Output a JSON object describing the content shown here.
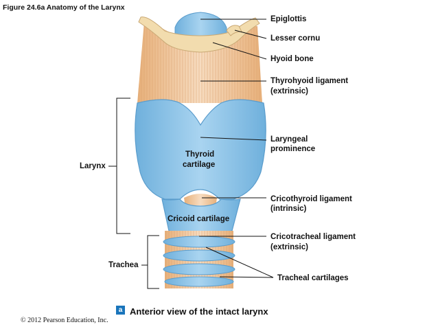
{
  "figure_title": "Figure 24.6a  Anatomy of the Larynx",
  "labels": {
    "epiglottis": "Epiglottis",
    "lesser_cornu": "Lesser cornu",
    "hyoid_bone": "Hyoid bone",
    "thyrohyoid_1": "Thyrohyoid ligament",
    "thyrohyoid_2": "(extrinsic)",
    "laryngeal_1": "Laryngeal",
    "laryngeal_2": "prominence",
    "thyroid_1": "Thyroid",
    "thyroid_2": "cartilage",
    "larynx": "Larynx",
    "cricothyroid_1": "Cricothyroid ligament",
    "cricothyroid_2": "(intrinsic)",
    "cricoid": "Cricoid cartilage",
    "cricotracheal_1": "Cricotracheal ligament",
    "cricotracheal_2": "(extrinsic)",
    "trachea": "Trachea",
    "tracheal_cartilages": "Tracheal cartilages"
  },
  "caption": {
    "badge": "a",
    "text": "Anterior view of the intact larynx"
  },
  "copyright": "© 2012 Pearson Education, Inc.",
  "colors": {
    "cartilage_blue": "#8fc3e6",
    "ligament_tan": "#f0c89a",
    "hyoid_cream": "#f2dcae"
  }
}
